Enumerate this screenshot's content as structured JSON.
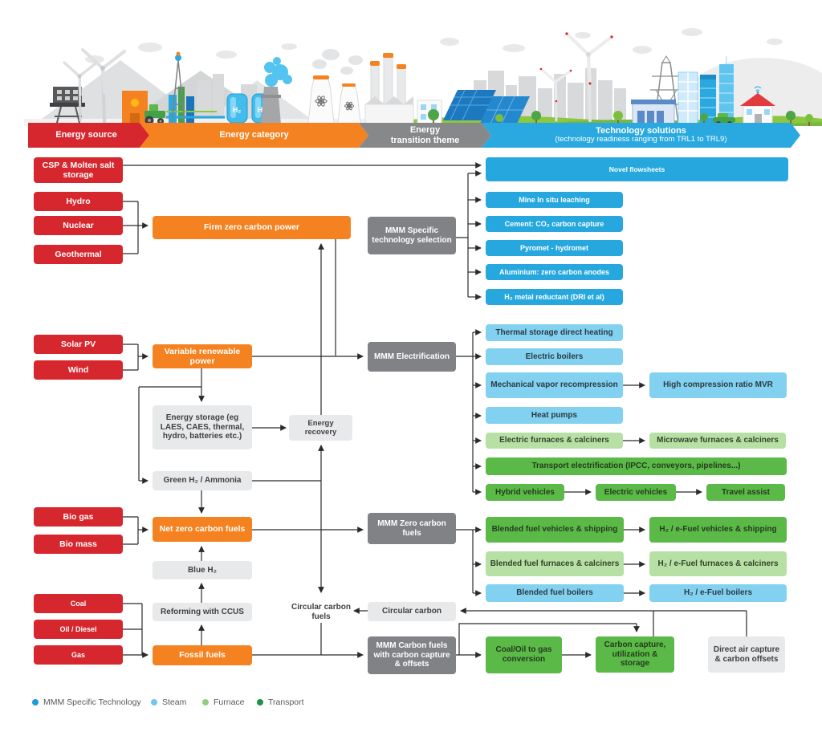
{
  "banner": {
    "h2": "H₂"
  },
  "header": {
    "stages": [
      {
        "label": "Energy source",
        "color": "#d7272e"
      },
      {
        "label": "Energy category",
        "color": "#f58220"
      },
      {
        "label": "Energy transition theme",
        "line1": "Energy",
        "line2": "transition theme",
        "color": "#87888a"
      },
      {
        "label": "Technology solutions",
        "sublabel": "(technology readiness ranging from TRL1 to TRL9)",
        "color": "#29a9e0"
      }
    ]
  },
  "nodes": {
    "csp": "CSP & Molten salt storage",
    "hydro": "Hydro",
    "nuclear": "Nuclear",
    "geothermal": "Geothermal",
    "solar_pv": "Solar PV",
    "wind": "Wind",
    "bio_gas": "Bio gas",
    "bio_mass": "Bio mass",
    "coal": "Coal",
    "oil_diesel": "Oil / Diesel",
    "gas": "Gas",
    "firm_zero": "Firm zero carbon power",
    "variable_renewable": "Variable renewable power",
    "energy_storage": "Energy storage (eg LAES, CAES, thermal, hydro, batteries etc.)",
    "green_h2": "Green H₂ / Ammonia",
    "net_zero_fuels": "Net zero carbon fuels",
    "blue_h2": "Blue H₂",
    "reforming": "Reforming with CCUS",
    "fossil_fuels": "Fossil fuels",
    "energy_recovery": "Energy recovery",
    "circular_carbon_fuels": "Circular carbon fuels",
    "mmm_specific": "MMM Specific technology selection",
    "mmm_electrification": "MMM Electrification",
    "mmm_zero_fuels": "MMM Zero carbon fuels",
    "mmm_carbon_fuels": "MMM Carbon fuels with carbon capture & offsets",
    "circular_carbon": "Circular carbon",
    "novel_flowsheets": "Novel flowsheets",
    "mine_leaching": "Mine In situ leaching",
    "cement": "Cement: CO₂ carbon capture",
    "pyromet": "Pyromet - hydromet",
    "aluminium": "Aluminium: zero carbon anodes",
    "h2_metal": "H₂ metal reductant (DRI et al)",
    "thermal_storage": "Thermal storage direct heating",
    "electric_boilers": "Electric boilers",
    "mech_vapor": "Mechanical vapor recompression",
    "high_mvr": "High compression ratio MVR",
    "heat_pumps": "Heat pumps",
    "electric_furnaces": "Electric furnaces & calciners",
    "microwave_furnaces": "Microwave furnaces & calciners",
    "transport_elec": "Transport electrification (IPCC, conveyors, pipelines...)",
    "hybrid_vehicles": "Hybrid vehicles",
    "electric_vehicles": "Electric vehicles",
    "travel_assist": "Travel assist",
    "blended_vehicles": "Blended fuel vehicles & shipping",
    "efuel_vehicles": "H₂ / e-Fuel vehicles & shipping",
    "blended_furnaces": "Blended fuel furnaces & calciners",
    "efuel_furnaces": "H₂ / e-Fuel furnaces & calciners",
    "blended_boilers": "Blended fuel boilers",
    "efuel_boilers": "H₂ / e-Fuel boilers",
    "coal_oil_gas": "Coal/Oil to gas conversion",
    "ccus": "Carbon capture, utilization & storage",
    "dac": "Direct air capture & carbon offsets"
  },
  "legend": {
    "items": [
      {
        "label": "MMM Specific Technology",
        "color": "#1b9cd8"
      },
      {
        "label": "Steam",
        "color": "#70c7ed"
      },
      {
        "label": "Furnace",
        "color": "#93cd85"
      },
      {
        "label": "Transport",
        "color": "#1d9348"
      }
    ]
  },
  "palette": {
    "source_red": "#d7272e",
    "category_orange": "#f58220",
    "theme_gray": "#818285",
    "neutral_gray": "#e8e9ea",
    "mmm_blue": "#26a8df",
    "steam_lightblue": "#82d1f1",
    "furnace_lightgreen": "#b7e0a4",
    "transport_green": "#5bb947"
  }
}
